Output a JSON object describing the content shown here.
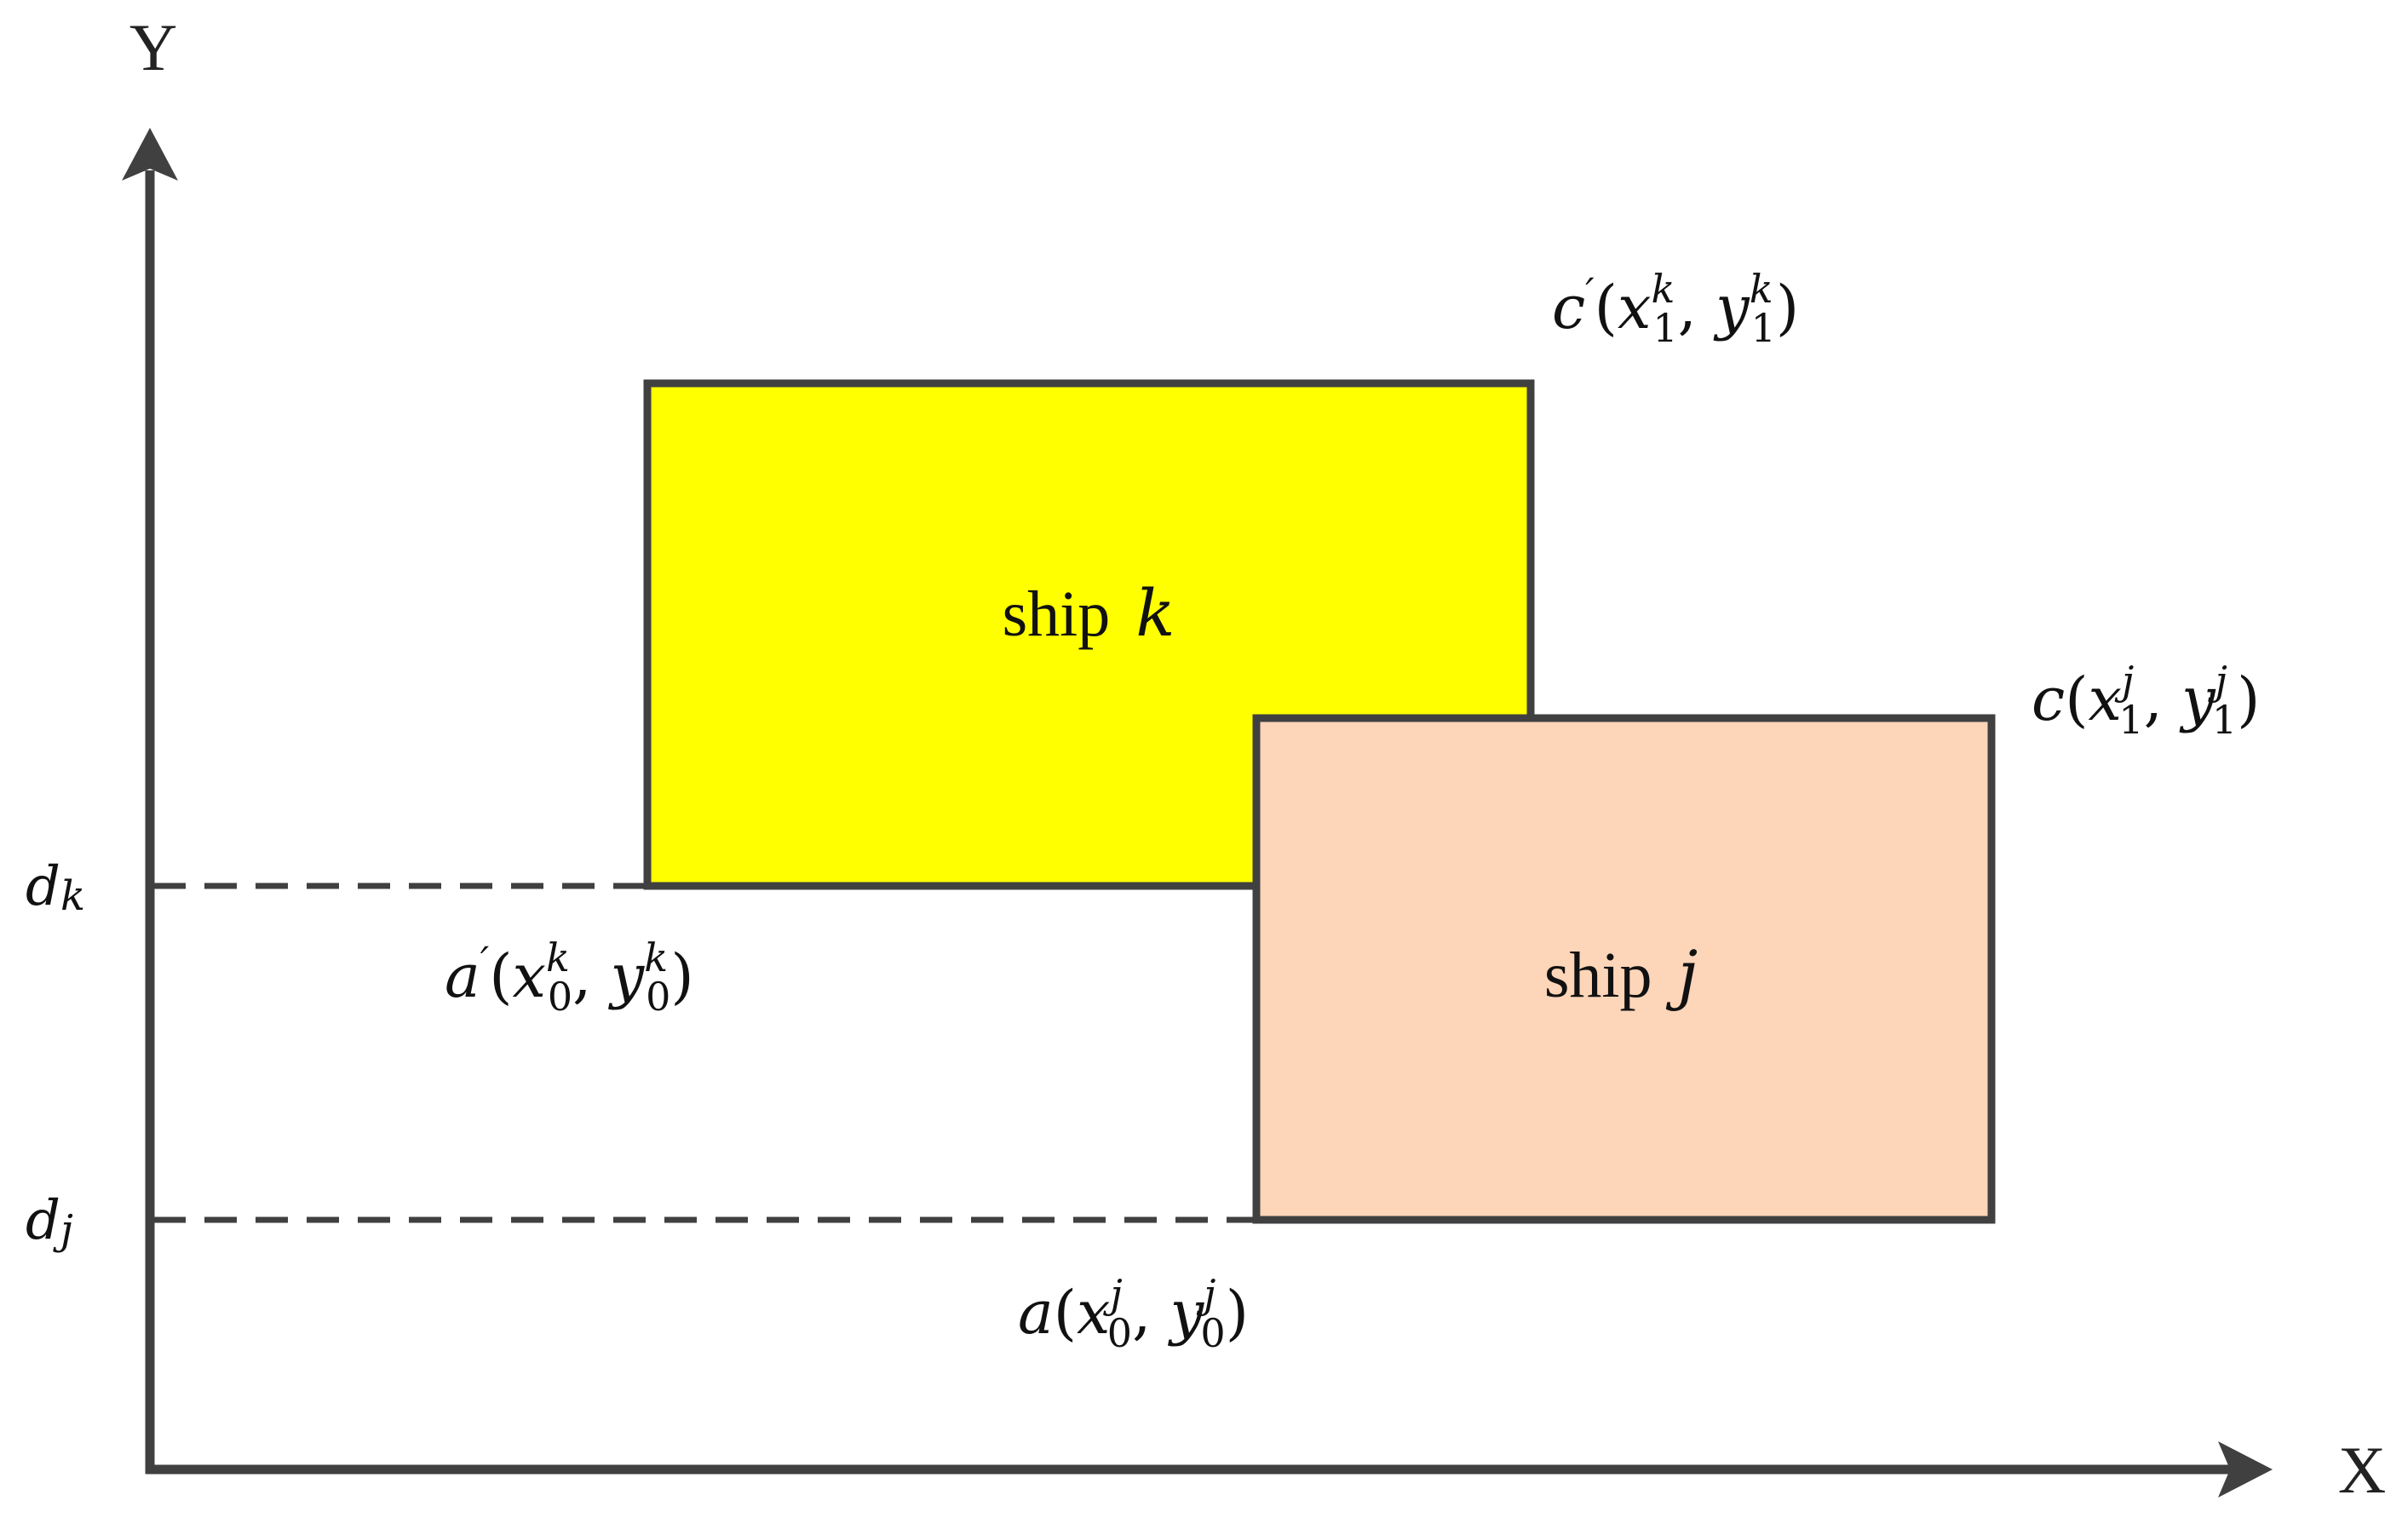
{
  "axes": {
    "x_label": "X",
    "y_label": "Y"
  },
  "ship_k": {
    "word": "ship",
    "id": "k",
    "fill": "#ffff00"
  },
  "ship_j": {
    "word": "ship",
    "id": "j",
    "fill": "#fdd5b8"
  },
  "levels": {
    "dk": {
      "base": "d",
      "sub": "k"
    },
    "dj": {
      "base": "d",
      "sub": "j"
    }
  },
  "corners": {
    "c_prime": {
      "name": "c",
      "prime": "′",
      "x": "x",
      "x_sub": "1",
      "x_sup": "k",
      "y": "y",
      "y_sub": "1",
      "y_sup": "k"
    },
    "c": {
      "name": "c",
      "x": "x",
      "x_sub": "1",
      "x_sup": "j",
      "y": "y",
      "y_sub": "1",
      "y_sup": "j"
    },
    "a_prime": {
      "name": "a",
      "prime": "′",
      "x": "x",
      "x_sub": "0",
      "x_sup": "k",
      "y": "y",
      "y_sub": "0",
      "y_sup": "k"
    },
    "a": {
      "name": "a",
      "x": "x",
      "x_sub": "0",
      "x_sup": "j",
      "y": "y",
      "y_sub": "0",
      "y_sup": "j"
    }
  },
  "colors": {
    "stroke": "#404040"
  }
}
